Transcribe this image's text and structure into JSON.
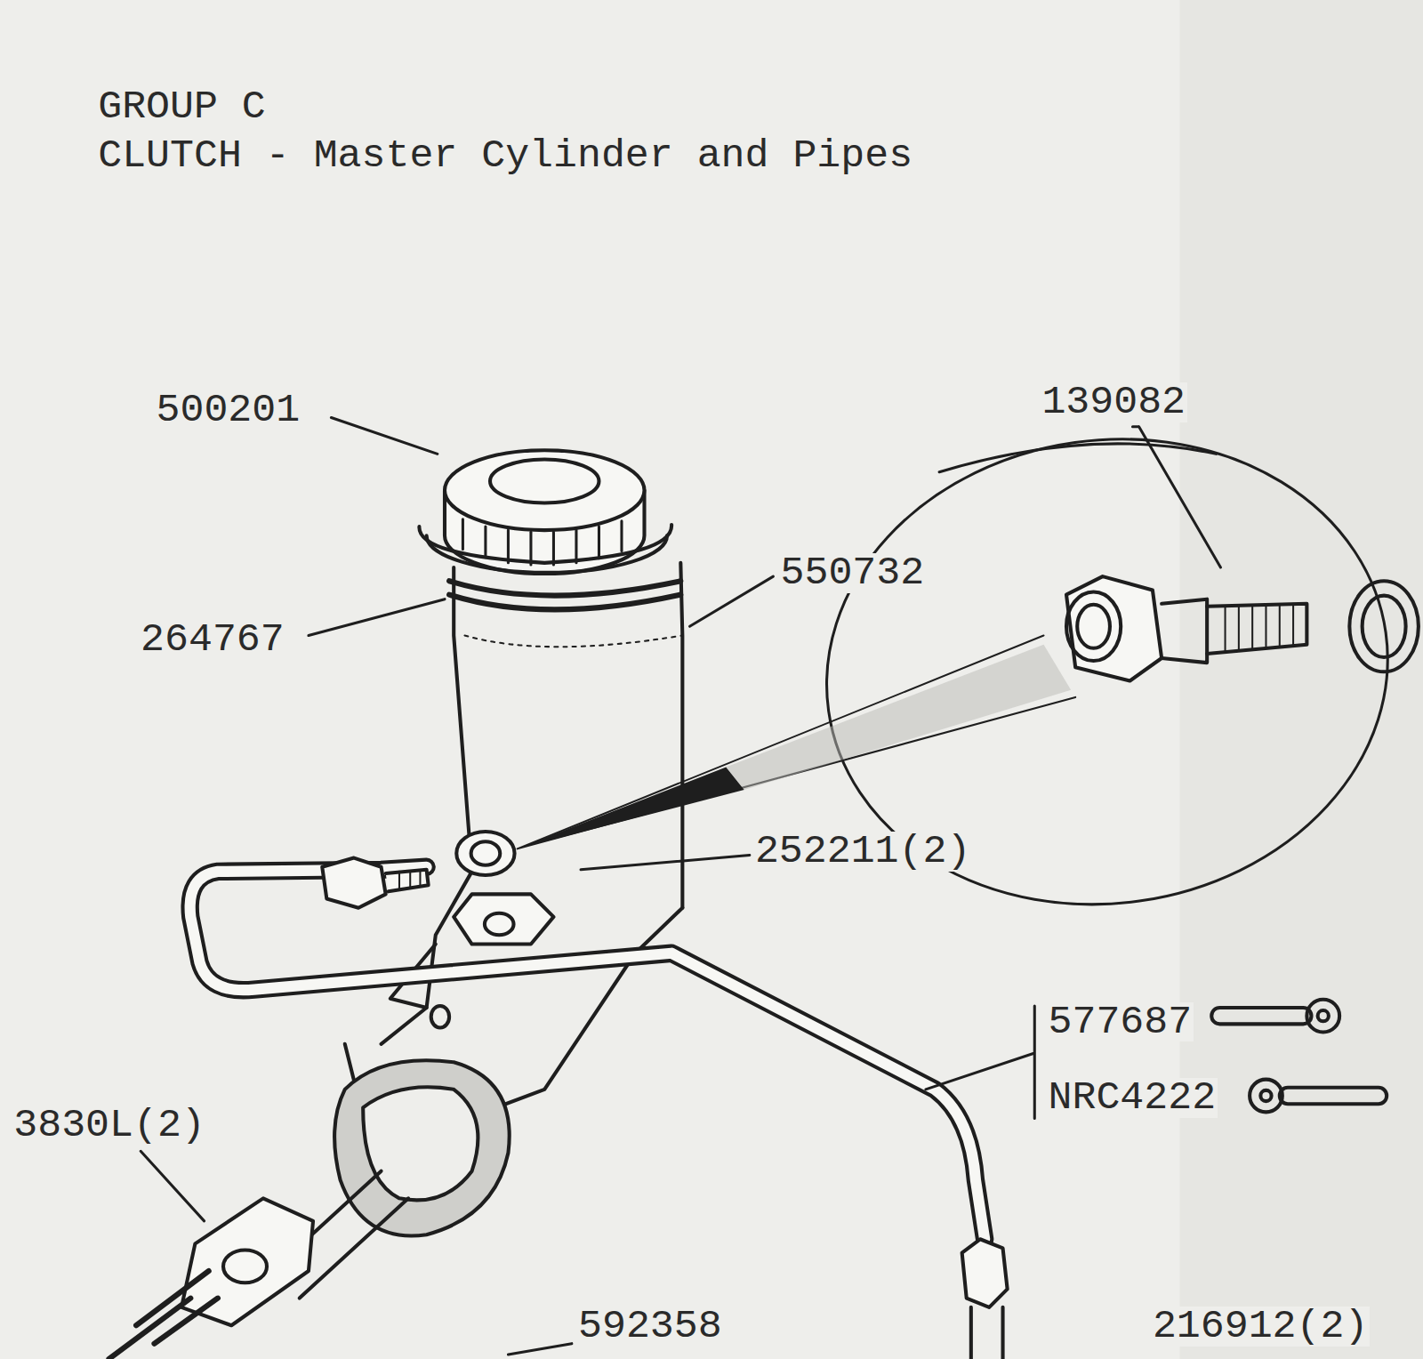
{
  "diagram": {
    "title": "GROUP C",
    "labels": [
      "CLUTCH - Master Cylinder and Pipes",
      "500201",
      "139082",
      "550732",
      "264767",
      "252211(2)",
      "577687",
      "NRC4222",
      "3830L(2)",
      "592358",
      "216912(2)"
    ]
  }
}
